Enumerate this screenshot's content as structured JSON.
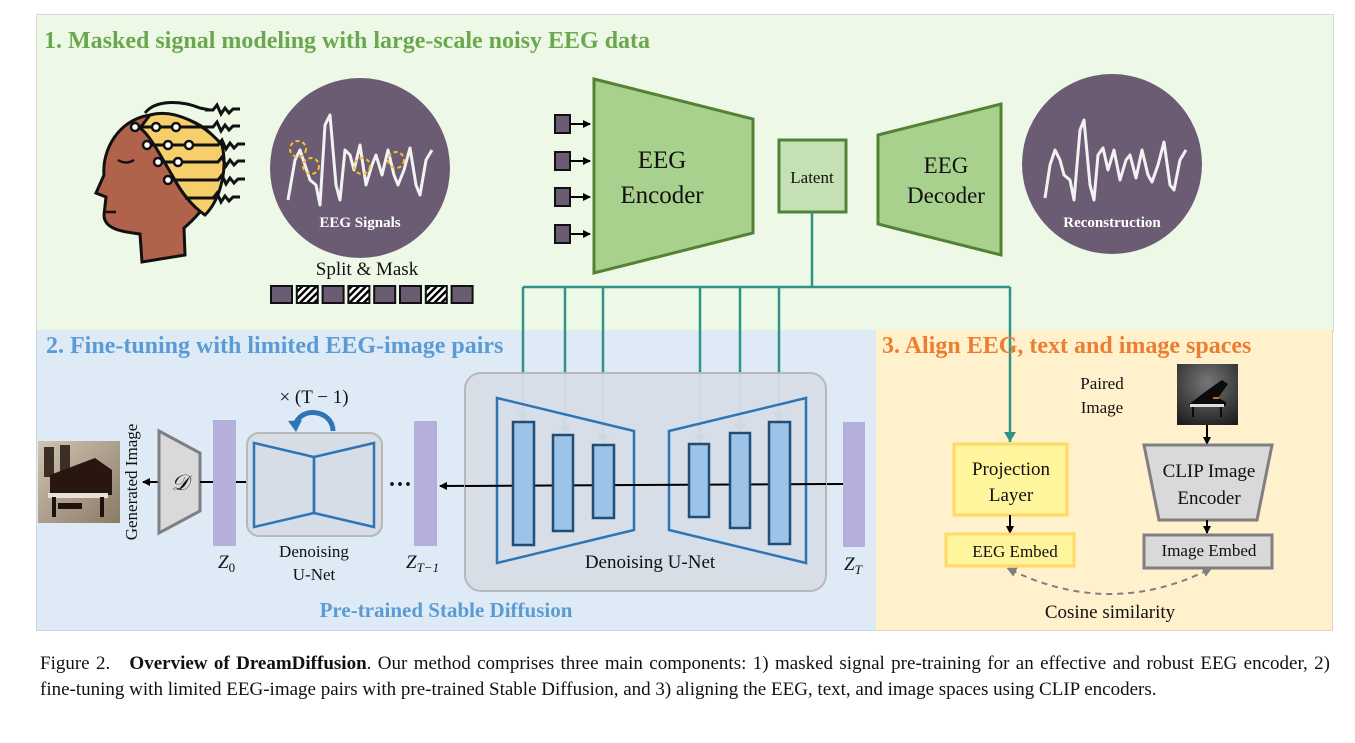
{
  "panels": {
    "masked_modeling": {
      "title": "1. Masked signal modeling with large-scale noisy EEG data",
      "eeg_signals_label": "EEG Signals",
      "split_mask_label": "Split & Mask",
      "mask_tokens": [
        "solid",
        "hatched",
        "solid",
        "hatched",
        "solid",
        "solid",
        "hatched",
        "solid"
      ],
      "encoder_label_line1": "EEG",
      "encoder_label_line2": "Encoder",
      "latent_label": "Latent",
      "decoder_label_line1": "EEG",
      "decoder_label_line2": "Decoder",
      "reconstruction_label": "Reconstruction",
      "input_patch_count": 4
    },
    "fine_tuning": {
      "title": "2. Fine-tuning with limited EEG-image pairs",
      "generated_image_label": "Generated Image",
      "decoder_symbol": "𝒟",
      "z0_label": "Z",
      "z0_sub": "0",
      "loop_label": "× (T − 1)",
      "small_unet_label_line1": "Denoising",
      "small_unet_label_line2": "U-Net",
      "ellipsis": "···",
      "zt1_label": "Z",
      "zt1_sub": "T−1",
      "unet_label": "Denoising U-Net",
      "zt_label": "Z",
      "zt_sub": "T",
      "stable_diffusion_label": "Pre-trained Stable Diffusion"
    },
    "alignment": {
      "title": "3. Align EEG, text and image spaces",
      "paired_image_line1": "Paired",
      "paired_image_line2": "Image",
      "projection_line1": "Projection",
      "projection_line2": "Layer",
      "eeg_embed_label": "EEG Embed",
      "clip_line1": "CLIP Image",
      "clip_line2": "Encoder",
      "image_embed_label": "Image Embed",
      "cosine_label": "Cosine similarity"
    }
  },
  "caption": {
    "prefix": "Figure 2.",
    "bold": "Overview of DreamDiffusion",
    "text": ". Our method comprises three main components: 1) masked signal pre-training for an effective and robust EEG encoder, 2) fine-tuning with limited EEG-image pairs with pre-trained Stable Diffusion, and 3) aligning the EEG, text, and image spaces using CLIP encoders."
  },
  "colors": {
    "panel1_title": "#6aa84f",
    "panel2_title": "#5b9bd5",
    "panel3_title": "#ed7d31",
    "encoder_fill": "#a9d18e",
    "encoder_stroke": "#548235",
    "signal_circle": "#6b5b73",
    "latent_wire": "#2e9488",
    "unet_stroke": "#2e75b6",
    "unet_block_fill": "#9dc3e6",
    "latent_bar": "#b4b0db",
    "projection_fill": "#fff59d",
    "projection_stroke": "#ffd966",
    "clip_fill": "#d9d9d9",
    "clip_stroke": "#7f7f7f"
  }
}
